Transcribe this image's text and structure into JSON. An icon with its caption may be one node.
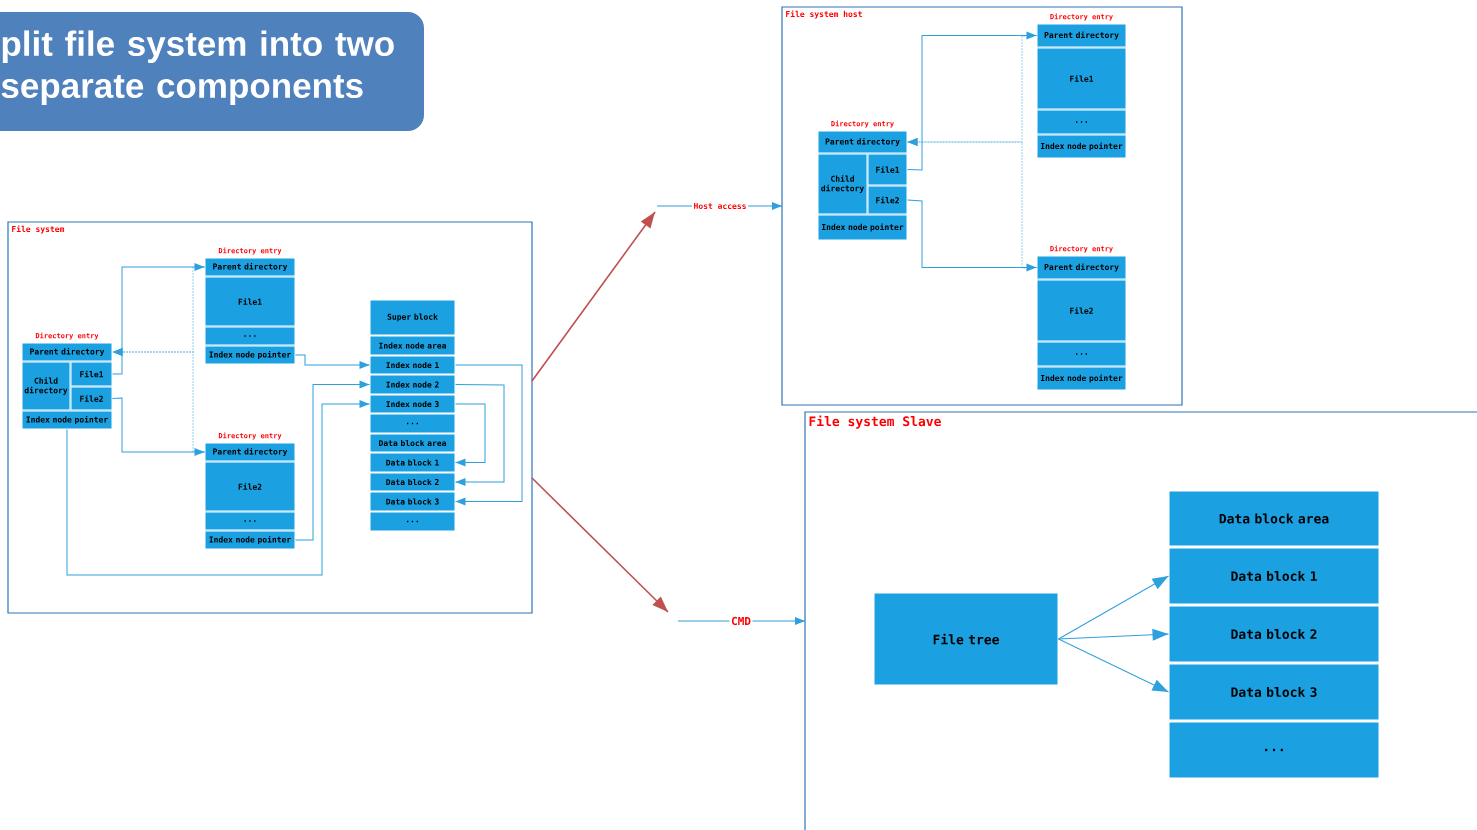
{
  "diagram": {
    "title": "plit file system into two separate components",
    "nodes": [
      {
        "text": [
          "File system"
        ]
      },
      {
        "text": [
          "Directory entry"
        ],
        "in": 0
      },
      {
        "text": [
          "Parent directory"
        ],
        "in": 1
      },
      {
        "text": [
          "Child directory"
        ],
        "in": 1
      },
      {
        "text": [
          "File1"
        ],
        "in": 1
      },
      {
        "text": [
          "File2"
        ],
        "in": 1
      },
      {
        "text": [
          "Index node pointer"
        ],
        "in": 1
      },
      {
        "text": [
          "Directory entry"
        ],
        "in": 0
      },
      {
        "text": [
          "Parent directory"
        ],
        "in": 7
      },
      {
        "text": [
          "File1"
        ],
        "in": 7
      },
      {
        "text": [
          "..."
        ],
        "in": 7
      },
      {
        "text": [
          "Index node pointer"
        ],
        "in": 7
      },
      {
        "text": [
          "Directory entry"
        ],
        "in": 0
      },
      {
        "text": [
          "Parent directory"
        ],
        "in": 12
      },
      {
        "text": [
          "File2"
        ],
        "in": 12
      },
      {
        "text": [
          "..."
        ],
        "in": 12
      },
      {
        "text": [
          "Index node pointer"
        ],
        "in": 12
      },
      {
        "text": [
          "Super block"
        ],
        "in": 0
      },
      {
        "text": [
          "Index node area"
        ],
        "in": 0
      },
      {
        "text": [
          "Index node 1"
        ],
        "in": 0
      },
      {
        "text": [
          "Index node 2"
        ],
        "in": 0
      },
      {
        "text": [
          "Index node 3"
        ],
        "in": 0
      },
      {
        "text": [
          "..."
        ],
        "in": 0
      },
      {
        "text": [
          "Data block area"
        ],
        "in": 0
      },
      {
        "text": [
          "Data block 1"
        ],
        "in": 0
      },
      {
        "text": [
          "Data block 2"
        ],
        "in": 0
      },
      {
        "text": [
          "Data block 3"
        ],
        "in": 0
      },
      {
        "text": [
          "..."
        ],
        "in": 0
      },
      {
        "text": [
          "File system host"
        ]
      },
      {
        "text": [
          "Directory entry"
        ],
        "in": 28
      },
      {
        "text": [
          "Parent directory"
        ],
        "in": 29
      },
      {
        "text": [
          "Child directory"
        ],
        "in": 29
      },
      {
        "text": [
          "File1"
        ],
        "in": 29
      },
      {
        "text": [
          "File2"
        ],
        "in": 29
      },
      {
        "text": [
          "Index node pointer"
        ],
        "in": 29
      },
      {
        "text": [
          "Directory entry"
        ],
        "in": 28
      },
      {
        "text": [
          "Parent directory"
        ],
        "in": 35
      },
      {
        "text": [
          "File1"
        ],
        "in": 35
      },
      {
        "text": [
          "..."
        ],
        "in": 35
      },
      {
        "text": [
          "Index node pointer"
        ],
        "in": 35
      },
      {
        "text": [
          "Directory entry"
        ],
        "in": 28
      },
      {
        "text": [
          "Parent directory"
        ],
        "in": 40
      },
      {
        "text": [
          "File2"
        ],
        "in": 40
      },
      {
        "text": [
          "..."
        ],
        "in": 40
      },
      {
        "text": [
          "Index node pointer"
        ],
        "in": 40
      },
      {
        "text": [
          "File system Slave"
        ]
      },
      {
        "text": [
          "File tree"
        ],
        "in": 45
      },
      {
        "text": [
          "Data block area"
        ],
        "in": 45
      },
      {
        "text": [
          "Data block 1"
        ],
        "in": 45
      },
      {
        "text": [
          "Data block 2"
        ],
        "in": 45
      },
      {
        "text": [
          "Data block 3"
        ],
        "in": 45
      },
      {
        "text": [
          "..."
        ],
        "in": 45
      }
    ],
    "edges": [
      {
        "from": 4,
        "to": 8,
        "arrow": "to"
      },
      {
        "from": 5,
        "to": 13,
        "arrow": "to"
      },
      {
        "from": 8,
        "to": 2,
        "arrow": "to",
        "style": "dashed"
      },
      {
        "from": 13,
        "to": 2,
        "arrow": "to",
        "style": "dashed"
      },
      {
        "from": 11,
        "to": 19,
        "arrow": "to"
      },
      {
        "from": 16,
        "to": 20,
        "arrow": "to"
      },
      {
        "from": 6,
        "to": 21,
        "arrow": "to"
      },
      {
        "from": 19,
        "to": 26,
        "arrow": "to"
      },
      {
        "from": 20,
        "to": 25,
        "arrow": "to"
      },
      {
        "from": 21,
        "to": 24,
        "arrow": "to"
      },
      {
        "from": 0,
        "to": null,
        "arrow": "to",
        "color": "#c0504d"
      },
      {
        "from": null,
        "to": 28,
        "arrow": "to",
        "label": "Host access"
      },
      {
        "from": 0,
        "to": null,
        "arrow": "to",
        "color": "#c0504d"
      },
      {
        "from": null,
        "to": 45,
        "arrow": "to",
        "label": "CMD"
      },
      {
        "from": 32,
        "to": 36,
        "arrow": "to"
      },
      {
        "from": 33,
        "to": 41,
        "arrow": "to"
      },
      {
        "from": 36,
        "to": 30,
        "arrow": "to",
        "style": "dashed"
      },
      {
        "from": 41,
        "to": 30,
        "arrow": "to",
        "style": "dashed"
      },
      {
        "from": 46,
        "to": 48,
        "arrow": "to"
      },
      {
        "from": 46,
        "to": 49,
        "arrow": "to"
      },
      {
        "from": 46,
        "to": 50,
        "arrow": "to"
      }
    ]
  }
}
